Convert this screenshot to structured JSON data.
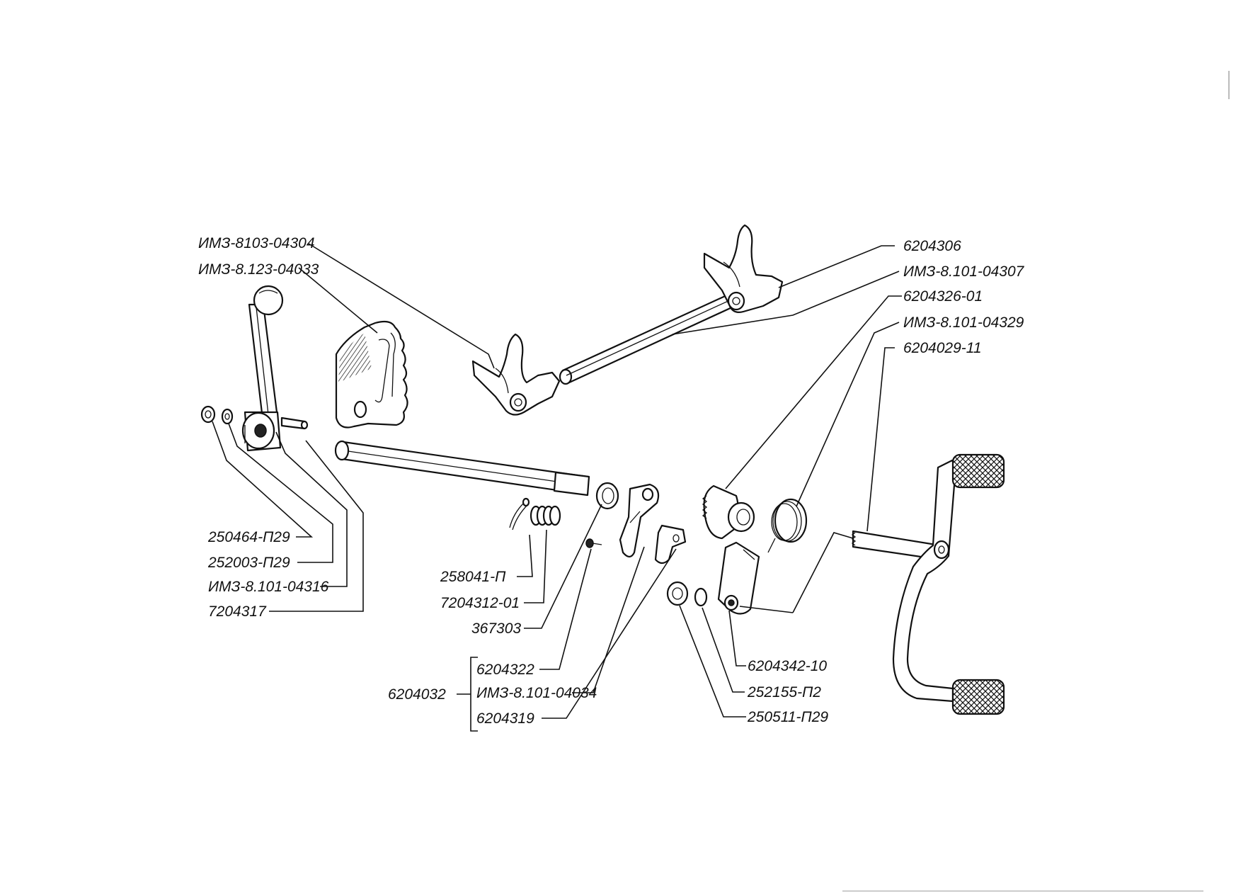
{
  "labels": {
    "im3_8103_04304": "ИМЗ-8103-04304",
    "im3_8123_04033": "ИМЗ-8.123-04033",
    "p6204306": "6204306",
    "im3_8101_04307": "ИМЗ-8.101-04307",
    "p6204326_01": "6204326-01",
    "im3_8101_04329": "ИМЗ-8.101-04329",
    "p6204029_11": "6204029-11",
    "p250464_p29": "250464-П29",
    "p252003_p29": "252003-П29",
    "im3_8101_04316": "ИМЗ-8.101-04316",
    "p7204317": "7204317",
    "p258041_p": "258041-П",
    "p7204312_01": "7204312-01",
    "p367303": "367303",
    "p6204322": "6204322",
    "p6204032": "6204032",
    "im3_8101_04034": "ИМЗ-8.101-04034",
    "p6204319": "6204319",
    "p6204342_10": "6204342-10",
    "p252155_p2": "252155-П2",
    "p250511_p29": "250511-П29"
  }
}
